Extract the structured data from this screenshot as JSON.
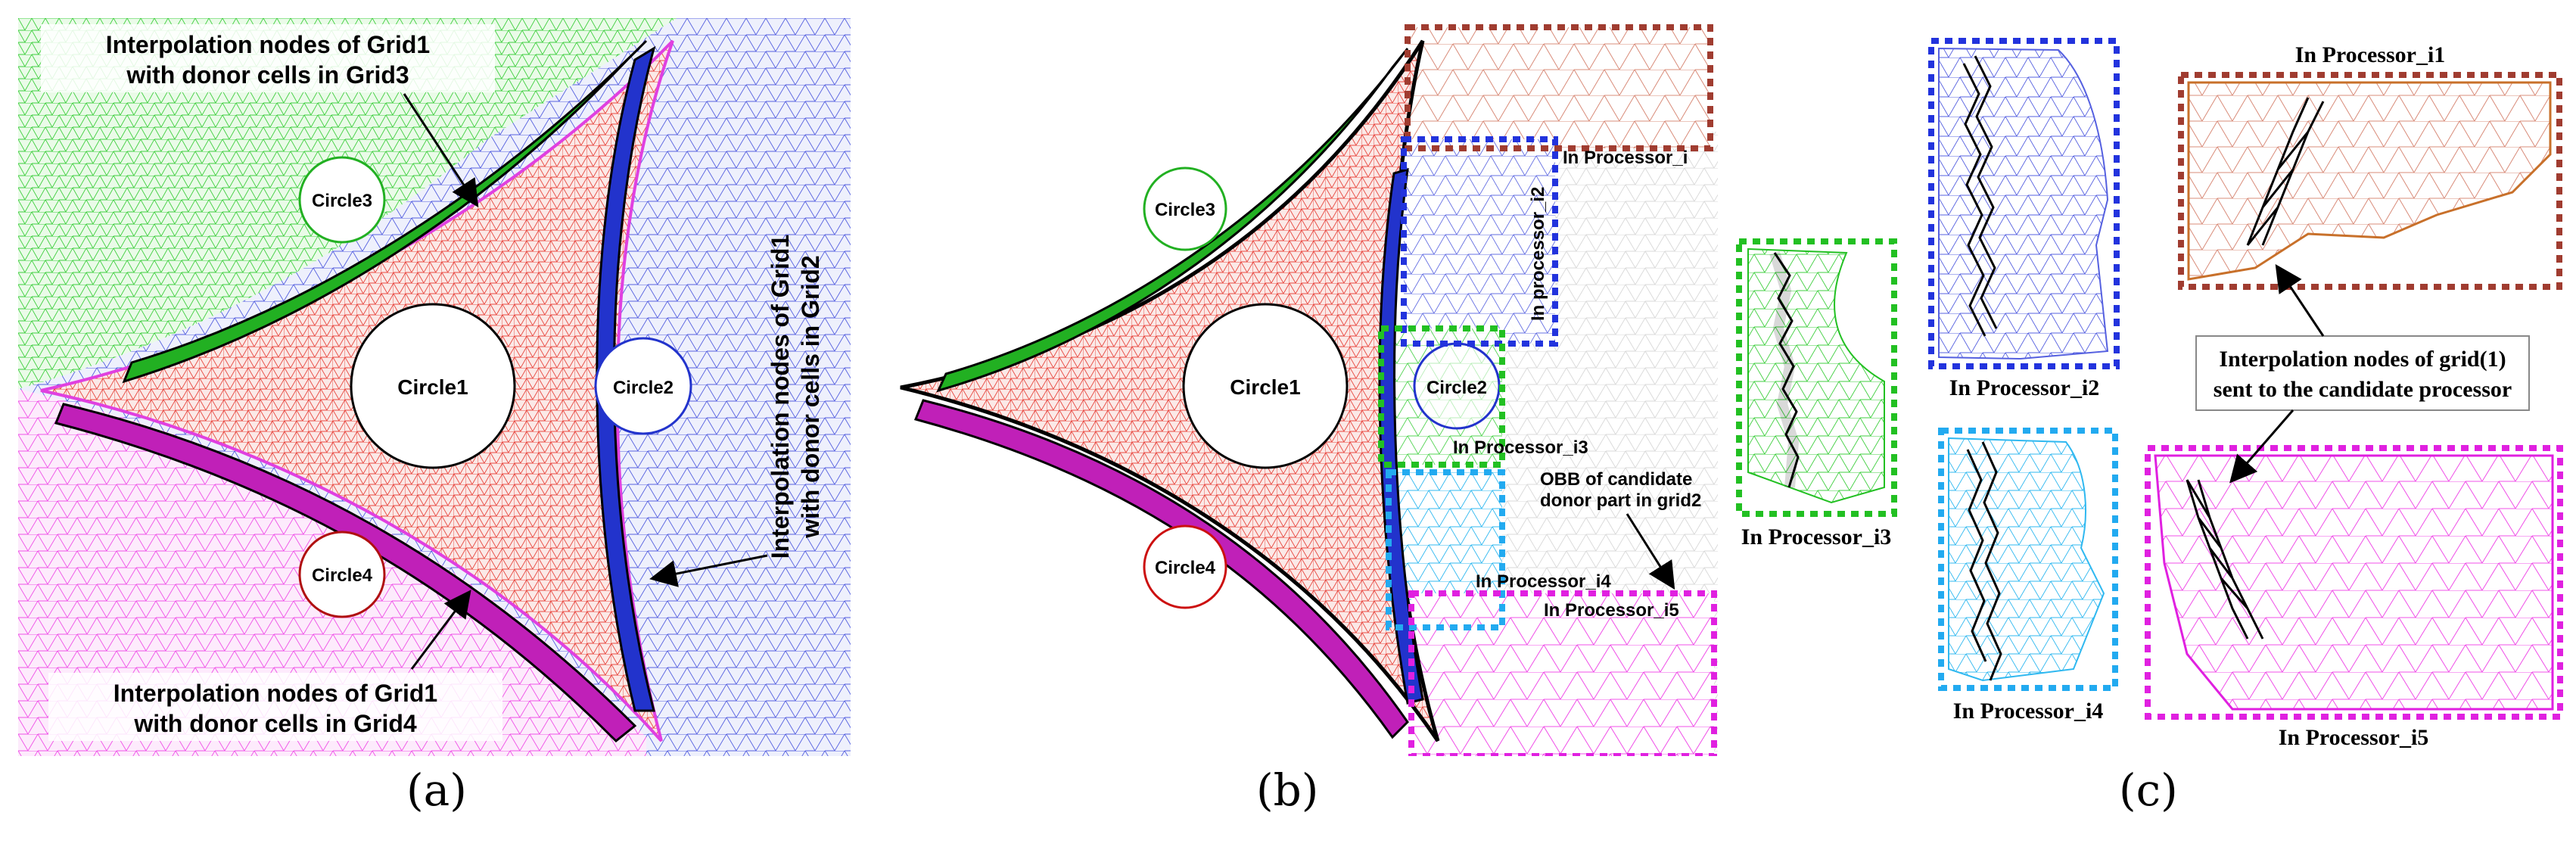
{
  "panel_a": {
    "caption": "(a)",
    "label_grid3": [
      "Interpolation nodes of Grid1",
      "with donor cells in Grid3"
    ],
    "label_grid4": [
      "Interpolation nodes of Grid1",
      "with donor cells in Grid4"
    ],
    "label_grid2": [
      "Interpolation nodes of Grid1",
      "with donor cells in Grid2"
    ],
    "circle1": "Circle1",
    "circle2": "Circle2",
    "circle3": "Circle3",
    "circle4": "Circle4"
  },
  "panel_b": {
    "caption": "(b)",
    "circle1": "Circle1",
    "circle2": "Circle2",
    "circle3": "Circle3",
    "circle4": "Circle4",
    "proc_i": "In Processor_i",
    "proc_i2": "In processor_i2",
    "proc_i3": "In Processor_i3",
    "proc_i4": "In Processor_i4",
    "proc_i5": "In Processor_i5",
    "obb_note": [
      "OBB of candidate",
      "donor part in grid2"
    ]
  },
  "panel_c": {
    "caption": "(c)",
    "proc_i1": "In Processor_i1",
    "proc_i2": "In Processor_i2",
    "proc_i3": "In Processor_i3",
    "proc_i4": "In Processor_i4",
    "proc_i5": "In Processor_i5",
    "callout": [
      "Interpolation nodes of grid(1)",
      "sent to the candidate processor"
    ]
  },
  "colors": {
    "grid1": "#e8473f",
    "grid2": "#5560e0",
    "grid3": "#3fcf3f",
    "grid4": "#f050e8",
    "grid_gray": "#cfcfcf",
    "cyan": "#2fb8f0",
    "brown": "#a85a48"
  }
}
